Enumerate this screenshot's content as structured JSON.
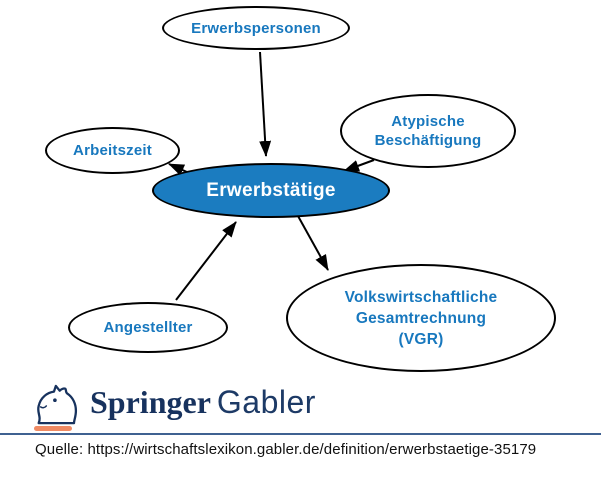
{
  "diagram": {
    "center_node": {
      "label": "Erwerbstätige"
    },
    "nodes": {
      "erwerbspersonen": {
        "label": "Erwerbspersonen",
        "direction": "to-center"
      },
      "atypische": {
        "label": "Atypische Beschäftigung",
        "line1": "Atypische",
        "line2": "Beschäftigung",
        "direction": "to-center"
      },
      "arbeitszeit": {
        "label": "Arbeitszeit",
        "direction": "from-center"
      },
      "angestellter": {
        "label": "Angestellter",
        "direction": "to-center"
      },
      "vgr": {
        "label": "Volkswirtschaftliche Gesamtrechnung (VGR)",
        "line1": "Volkswirtschaftliche",
        "line2": "Gesamtrechnung",
        "line3": "(VGR)",
        "direction": "from-center"
      }
    },
    "colors": {
      "center_fill": "#1b7cc0",
      "node_text": "#1878be",
      "center_text": "#ffffff",
      "outline": "#000000"
    }
  },
  "footer": {
    "logo": {
      "brand": "Springer",
      "suffix": "Gabler",
      "icon": "chess-knight-horse",
      "navy": "#17325e",
      "orange": "#ef8a63"
    },
    "divider_color": "#3f6191",
    "source_line": "Quelle: https://wirtschaftslexikon.gabler.de/definition/erwerbstaetige-35179"
  }
}
